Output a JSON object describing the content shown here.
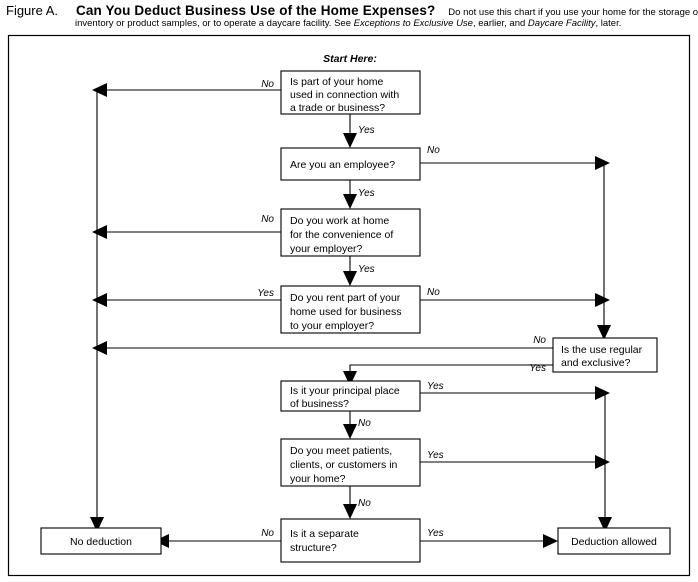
{
  "header": {
    "figure_label": "Figure A.",
    "title": "Can You Deduct Business Use of the Home Expenses?",
    "note_line1": "Do not use this chart if you use your home for the storage of",
    "note_line2_a": "inventory or product samples, or to operate a daycare facility. See ",
    "note_line2_italic1": "Exceptions to Exclusive Use",
    "note_line2_b": ", earlier, and ",
    "note_line2_italic2": "Daycare Facility",
    "note_line2_c": ", later."
  },
  "flowchart": {
    "start_label": "Start Here:",
    "nodes": [
      {
        "id": "q1",
        "lines": [
          "Is part of your home",
          "used in connection with",
          "a trade or business?"
        ]
      },
      {
        "id": "q2",
        "lines": [
          "Are you an employee?"
        ]
      },
      {
        "id": "q3",
        "lines": [
          "Do you work at home",
          "for the convenience of",
          "your employer?"
        ]
      },
      {
        "id": "q4",
        "lines": [
          "Do you rent part of your",
          "home used for business",
          "to your employer?"
        ]
      },
      {
        "id": "q5",
        "lines": [
          "Is the use regular",
          "and exclusive?"
        ]
      },
      {
        "id": "q6",
        "lines": [
          "Is it your principal place",
          "of business?"
        ]
      },
      {
        "id": "q7",
        "lines": [
          "Do you meet patients,",
          "clients, or customers in",
          "your home?"
        ]
      },
      {
        "id": "q8",
        "lines": [
          "Is it a separate",
          "structure?"
        ]
      },
      {
        "id": "out_no",
        "lines": [
          "No deduction"
        ]
      },
      {
        "id": "out_yes",
        "lines": [
          "Deduction allowed"
        ]
      }
    ],
    "edge_labels": {
      "q1_no": "No",
      "q1_yes": "Yes",
      "q2_no": "No",
      "q2_yes": "Yes",
      "q3_no": "No",
      "q3_yes": "Yes",
      "q4_yes": "Yes",
      "q4_no": "No",
      "q5_no": "No",
      "q5_yes": "Yes",
      "q6_yes": "Yes",
      "q6_no": "No",
      "q7_yes": "Yes",
      "q7_no": "No",
      "q8_no": "No",
      "q8_yes": "Yes"
    },
    "colors": {
      "line": "#000000",
      "box_fill": "#ffffff",
      "text": "#000000"
    }
  }
}
